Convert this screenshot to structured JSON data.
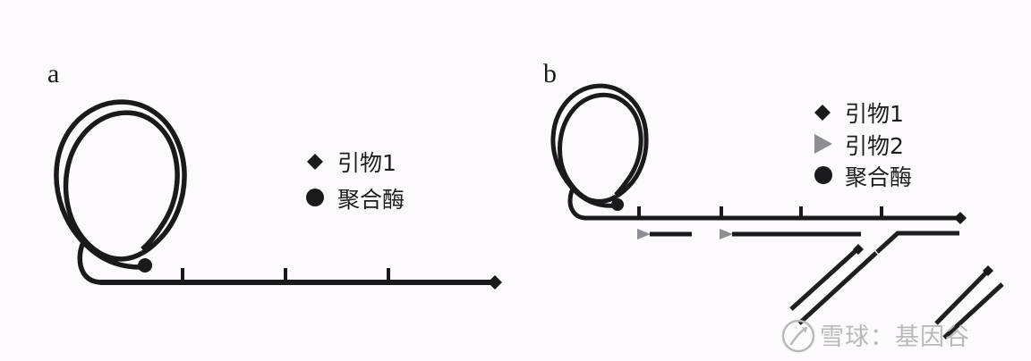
{
  "figure": {
    "background_color": "#fcfafc",
    "ink_color": "#1a1a1c",
    "gray_marker_color": "#8d8d93",
    "watermark_color": "#b9b9bd"
  },
  "panels": [
    {
      "id": "a",
      "label": "a",
      "legend": [
        {
          "marker": "diamond-icon",
          "label": "引物1"
        },
        {
          "marker": "circle-icon",
          "label": "聚合酶"
        }
      ],
      "circle_template": {
        "description": "rolling circle template",
        "polymerase_marker": "circle-icon"
      },
      "product_strand": {
        "tick_count": 3,
        "end_marker": "diamond-icon"
      }
    },
    {
      "id": "b",
      "label": "b",
      "legend": [
        {
          "marker": "diamond-icon",
          "label": "引物1"
        },
        {
          "marker": "triangle-icon",
          "label": "引物2"
        },
        {
          "marker": "circle-icon",
          "label": "聚合酶"
        }
      ],
      "circle_template": {
        "description": "rolling circle template",
        "polymerase_marker": "circle-icon"
      },
      "product_strand": {
        "tick_count": 4,
        "end_marker": "diamond-icon"
      },
      "secondary_primers": {
        "count": 2,
        "marker": "triangle-icon"
      },
      "displaced_strands": {
        "count": 2,
        "end_marker": "diamond-icon"
      }
    }
  ],
  "watermark": {
    "logo": "snowball-logo-icon",
    "text": "雪球：基因谷"
  }
}
